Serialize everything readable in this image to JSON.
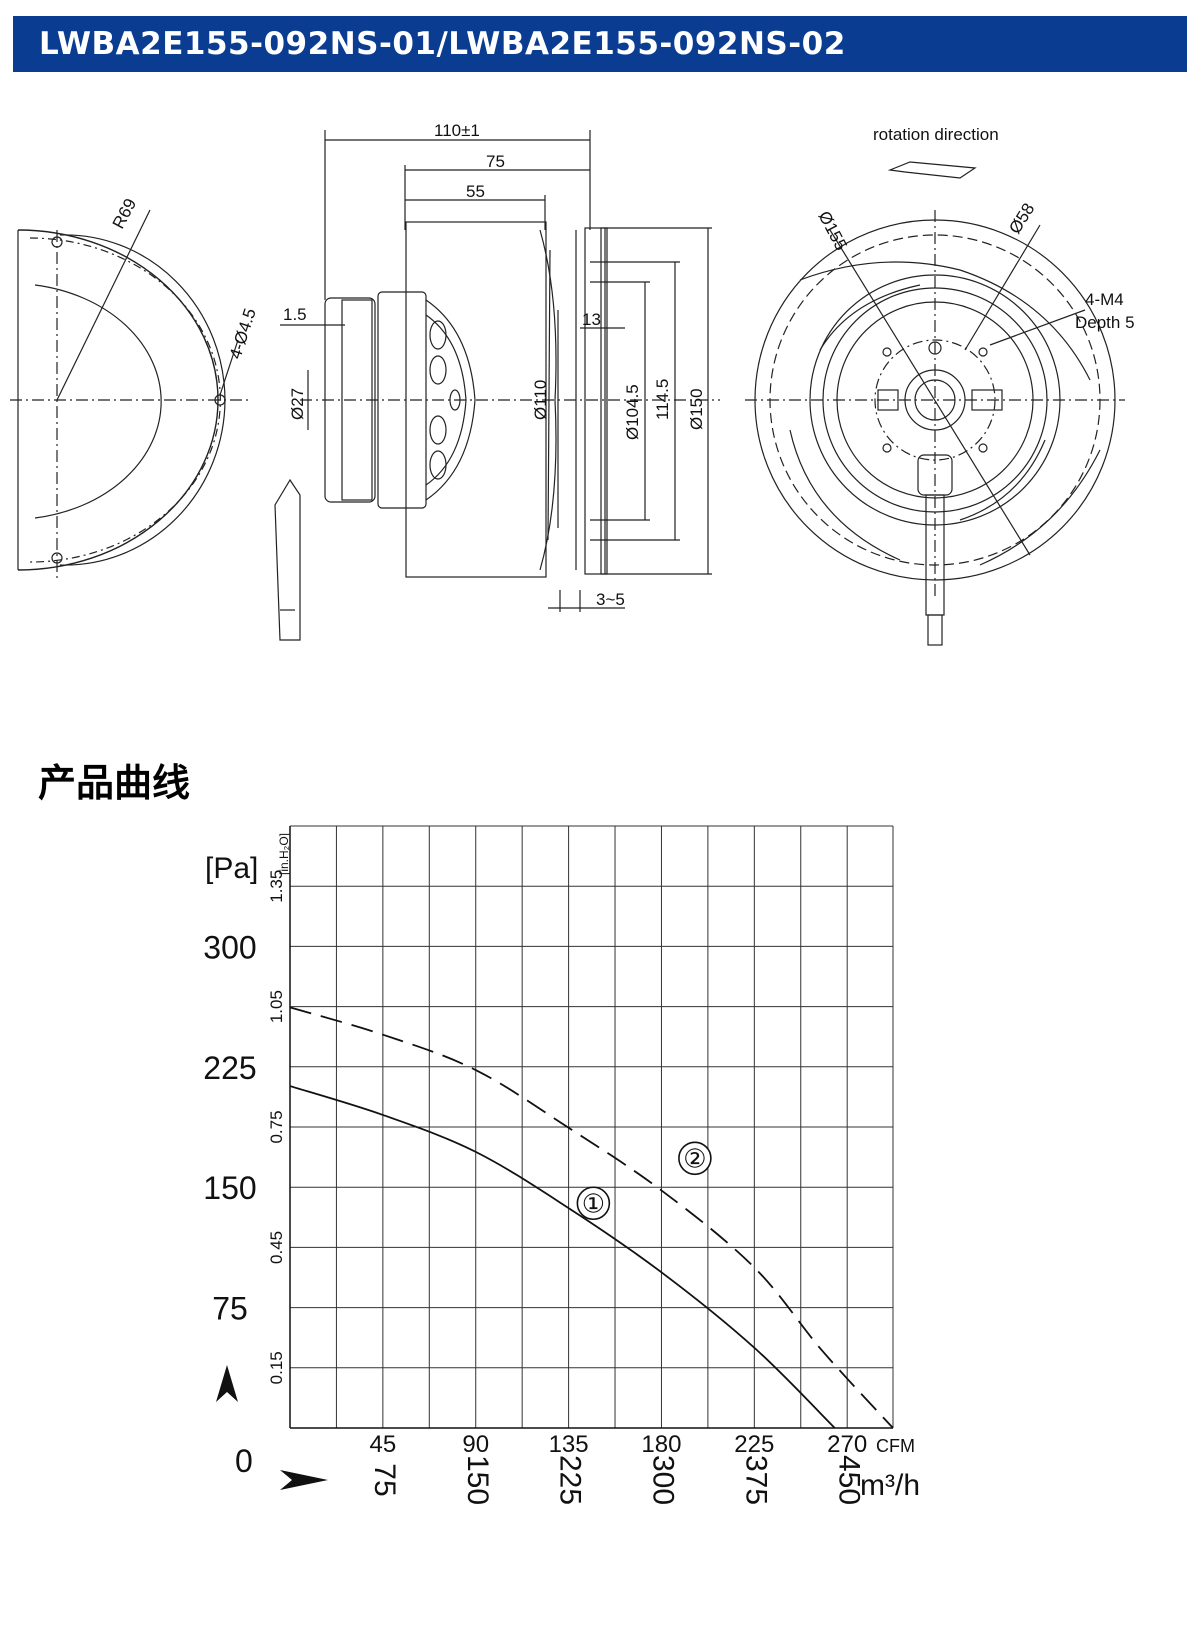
{
  "header": {
    "title": "LWBA2E155-092NS-01/LWBA2E155-092NS-02",
    "bg_color": "#0a3d91",
    "text_color": "#ffffff"
  },
  "drawing": {
    "rotation_label": "rotation direction",
    "dims": {
      "r69": "R69",
      "holes": "4-Ø4.5",
      "overall": "110±1",
      "d75": "75",
      "d55": "55",
      "d1_5": "1.5",
      "d13": "13",
      "d27": "Ø27",
      "d110": "Ø110",
      "d104_5": "Ø104.5",
      "d114_5": "114.5",
      "d150": "Ø150",
      "d3_5": "3~5",
      "d155": "Ø155",
      "d58": "Ø58",
      "m4": "4-M4",
      "depth": "Depth 5"
    }
  },
  "section": {
    "title": "产品曲线"
  },
  "chart_data": {
    "type": "line",
    "y_unit": "[Pa]",
    "y2_unit": "[in.H₂O]",
    "x_unit": "m³/h",
    "x2_unit": "CFM",
    "origin_label": "0",
    "y_ticks": [
      "75",
      "150",
      "225",
      "300"
    ],
    "y_tick_values": [
      75,
      150,
      225,
      300
    ],
    "y2_ticks": [
      "0.15",
      "0.45",
      "0.75",
      "1.05",
      "1.35"
    ],
    "y2_tick_values": [
      0.15,
      0.45,
      0.75,
      1.05,
      1.35
    ],
    "x_ticks": [
      "75",
      "150",
      "225",
      "300",
      "375",
      "450"
    ],
    "x_tick_values": [
      75,
      150,
      225,
      300,
      375,
      450
    ],
    "x2_ticks": [
      "45",
      "90",
      "135",
      "180",
      "225",
      "270"
    ],
    "x2_tick_values": [
      45,
      90,
      135,
      180,
      225,
      270
    ],
    "xlim": [
      0,
      487
    ],
    "ylim": [
      0,
      375
    ],
    "grid": true,
    "series": [
      {
        "name": "①",
        "style": "solid",
        "color": "#111111",
        "x": [
          0,
          75,
          150,
          225,
          300,
          375,
          440
        ],
        "y": [
          213,
          195,
          172,
          137,
          97,
          50,
          0
        ]
      },
      {
        "name": "②",
        "style": "dashed",
        "color": "#111111",
        "x": [
          0,
          75,
          150,
          225,
          300,
          375,
          430,
          487
        ],
        "y": [
          262,
          245,
          223,
          187,
          148,
          100,
          48,
          0
        ]
      }
    ],
    "series_label_positions": [
      {
        "x": 245,
        "y": 140
      },
      {
        "x": 327,
        "y": 168
      }
    ]
  }
}
